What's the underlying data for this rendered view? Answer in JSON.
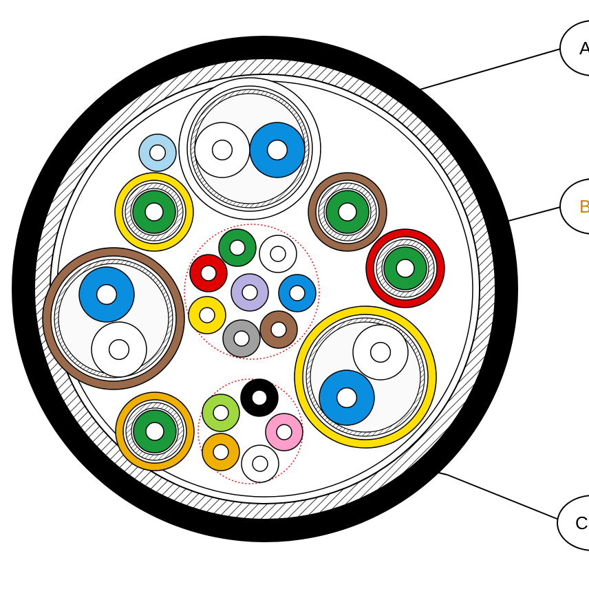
{
  "diagram": {
    "colors": {
      "outer_jacket": "#000000",
      "armour_hatch": "#000000",
      "inner_fill": "#ffffff",
      "conductor_core": "#ffffff",
      "subgroup_outline": "#ff0000",
      "leader_line": "#000000"
    },
    "callouts": [
      {
        "id": "A",
        "label": "A",
        "label_color": "#000000"
      },
      {
        "id": "B",
        "label": "B",
        "label_color": "#c8860a"
      },
      {
        "id": "C",
        "label": "C",
        "label_color": "#000000"
      }
    ],
    "units": [
      {
        "name": "coax-unit-green-yellow-screen",
        "sheath": "#ffe000",
        "insulation": "#1a9a3a",
        "shield": "hatched"
      },
      {
        "name": "coax-unit-green-brown-screen",
        "sheath": "#9a6a4a",
        "insulation": "#1a9a3a",
        "shield": "hatched"
      },
      {
        "name": "coax-unit-green-red-screen",
        "sheath": "#e00000",
        "insulation": "#1a9a3a",
        "shield": "hatched"
      },
      {
        "name": "coax-unit-green-orange-screen",
        "sheath": "#f0b000",
        "insulation": "#1a9a3a",
        "shield": "hatched"
      }
    ],
    "pairs": [
      {
        "name": "pair-top-white-blue",
        "sheath": "#ffffff",
        "cores": [
          "#ffffff",
          "#0a8ee0"
        ]
      },
      {
        "name": "pair-left-brown-sheath",
        "sheath": "#9a6a4a",
        "cores": [
          "#0a8ee0",
          "#ffffff"
        ]
      },
      {
        "name": "pair-right-yellow-sheath",
        "sheath": "#ffe000",
        "cores": [
          "#ffffff",
          "#0a8ee0"
        ]
      }
    ],
    "center_group": [
      "#1a9a3a",
      "#ffffff",
      "#e00000",
      "#b8b0e0",
      "#0a8ee0",
      "#ffe000",
      "#a0a0a0",
      "#9a6a4a"
    ],
    "lower_group": [
      "#000000",
      "#a0d840",
      "#ff9ec8",
      "#f0b000",
      "#ffffff"
    ],
    "single_core": {
      "name": "single-core-light-blue",
      "color": "#a8d8f0"
    }
  }
}
